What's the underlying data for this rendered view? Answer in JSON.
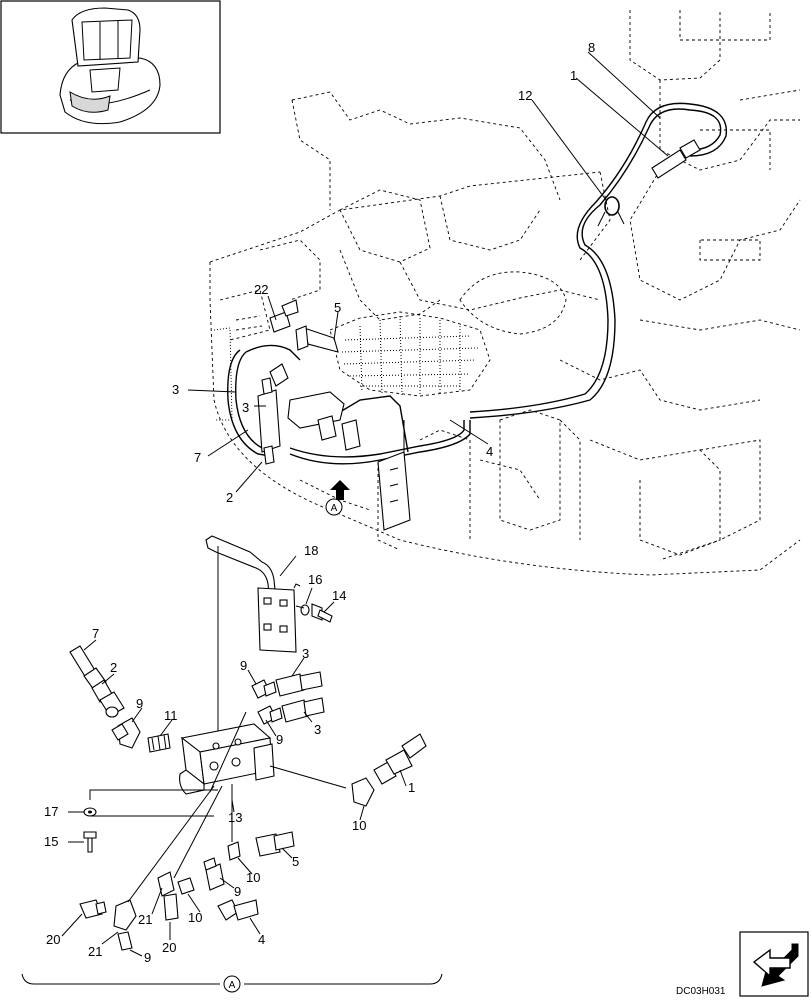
{
  "drawing_code": "DC03H031",
  "view_marker": "A",
  "callouts": {
    "c1_top": "1",
    "c8": "8",
    "c12": "12",
    "c22": "22",
    "c5_top": "5",
    "c3_left": "3",
    "c3_mid": "3",
    "c7_top": "7",
    "c2_top": "2",
    "c4_top": "4",
    "c18": "18",
    "c16": "16",
    "c14": "14",
    "c7_low": "7",
    "c2_low": "2",
    "c9_a": "9",
    "c3_a": "3",
    "c9_b": "9",
    "c3_b": "3",
    "c11": "11",
    "c9_c": "9",
    "c1_low": "1",
    "c10_a": "10",
    "c17": "17",
    "c13": "13",
    "c15": "15",
    "c5_low": "5",
    "c10_b": "10",
    "c9_d": "9",
    "c21_a": "21",
    "c10_c": "10",
    "c4_low": "4",
    "c20_a": "20",
    "c21_b": "21",
    "c20_b": "20",
    "c9_e": "9"
  }
}
